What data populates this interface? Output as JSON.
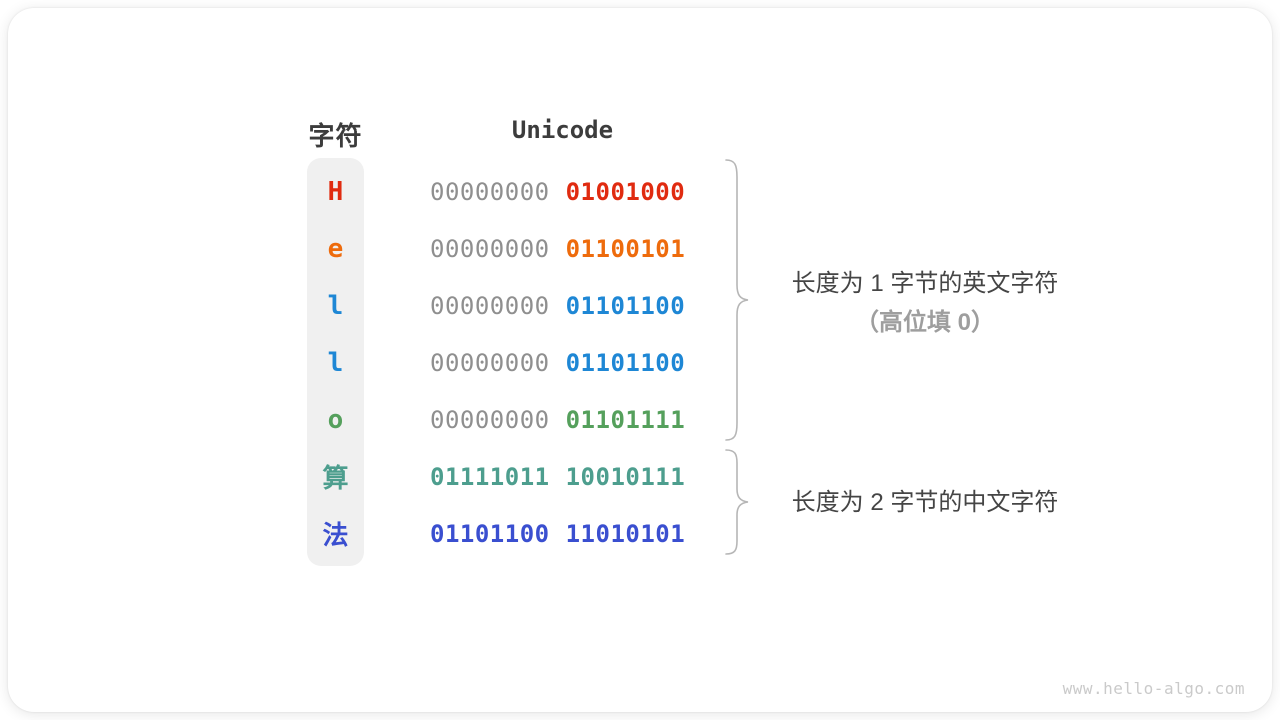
{
  "header": {
    "char_col": "字符",
    "unicode_col": "Unicode"
  },
  "table": {
    "rows": [
      {
        "char": "H",
        "color": "#e02b10",
        "high_byte": "00000000",
        "low_byte": "01001000",
        "high_color": "#8f8f8f",
        "low_color": "#e02b10"
      },
      {
        "char": "e",
        "color": "#ee6b0c",
        "high_byte": "00000000",
        "low_byte": "01100101",
        "high_color": "#8f8f8f",
        "low_color": "#ee6b0c"
      },
      {
        "char": "l",
        "color": "#1e87d5",
        "high_byte": "00000000",
        "low_byte": "01101100",
        "high_color": "#8f8f8f",
        "low_color": "#1e87d5"
      },
      {
        "char": "l",
        "color": "#1e87d5",
        "high_byte": "00000000",
        "low_byte": "01101100",
        "high_color": "#8f8f8f",
        "low_color": "#1e87d5"
      },
      {
        "char": "o",
        "color": "#55a05c",
        "high_byte": "00000000",
        "low_byte": "01101111",
        "high_color": "#8f8f8f",
        "low_color": "#55a05c"
      },
      {
        "char": "算",
        "color": "#4d9e8e",
        "high_byte": "01111011",
        "low_byte": "10010111",
        "high_color": "#4d9e8e",
        "low_color": "#4d9e8e"
      },
      {
        "char": "法",
        "color": "#3a4fd0",
        "high_byte": "01101100",
        "low_byte": "11010101",
        "high_color": "#3a4fd0",
        "low_color": "#3a4fd0"
      }
    ]
  },
  "groups": [
    {
      "label_line1": "长度为 1 字节的英文字符",
      "label_line2": "（高位填 0）"
    },
    {
      "label_line1": "长度为 2 字节的中文字符"
    }
  ],
  "watermark": "www.hello-algo.com",
  "colors": {
    "zero_padding_gray": "#8f8f8f",
    "header_text": "#3c3c3c",
    "annotation_text": "#454545",
    "annotation_muted": "#9e9e9e",
    "brace": "#b6b6b6",
    "char_column_bg": "#f0f0f0",
    "watermark": "#cacaca"
  }
}
